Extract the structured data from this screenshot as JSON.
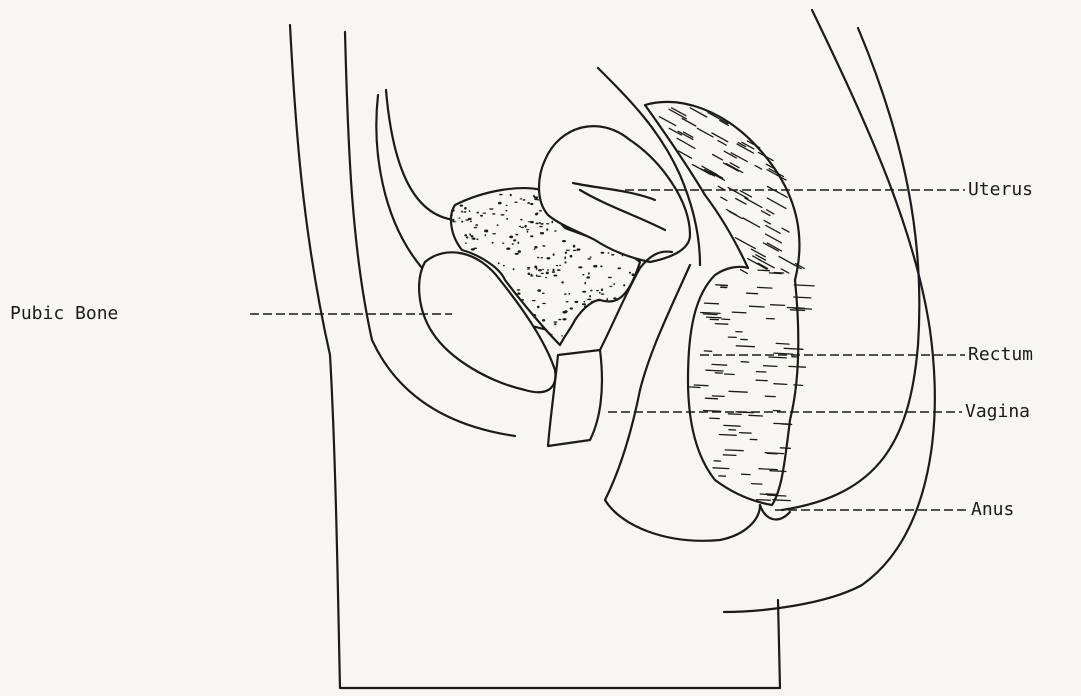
{
  "labels": {
    "uterus": "Uterus",
    "pubic_bone": "Pubic Bone",
    "rectum": "Rectum",
    "vagina": "Vagina",
    "anus": "Anus"
  },
  "colors": {
    "paper": "#f7f6f1",
    "ink": "#1b1b1b"
  }
}
